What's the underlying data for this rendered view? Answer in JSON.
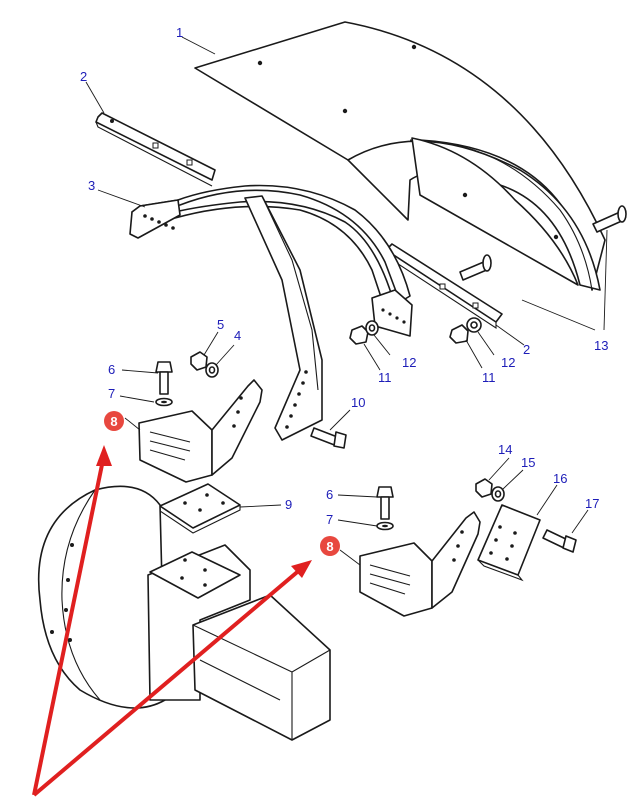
{
  "labels": {
    "p1": "1",
    "p2a": "2",
    "p2b": "2",
    "p3": "3",
    "p4": "4",
    "p5": "5",
    "p6a": "6",
    "p6b": "6",
    "p7a": "7",
    "p7b": "7",
    "p8a": "8",
    "p8b": "8",
    "p9": "9",
    "p10": "10",
    "p11a": "11",
    "p11b": "11",
    "p12a": "12",
    "p12b": "12",
    "p13": "13",
    "p14": "14",
    "p15": "15",
    "p16": "16",
    "p17": "17"
  },
  "colors": {
    "label_text": "#1d1db8",
    "highlight_badge": "#e8483f",
    "arrow": "#e02020",
    "line": "#1a1a1a"
  }
}
